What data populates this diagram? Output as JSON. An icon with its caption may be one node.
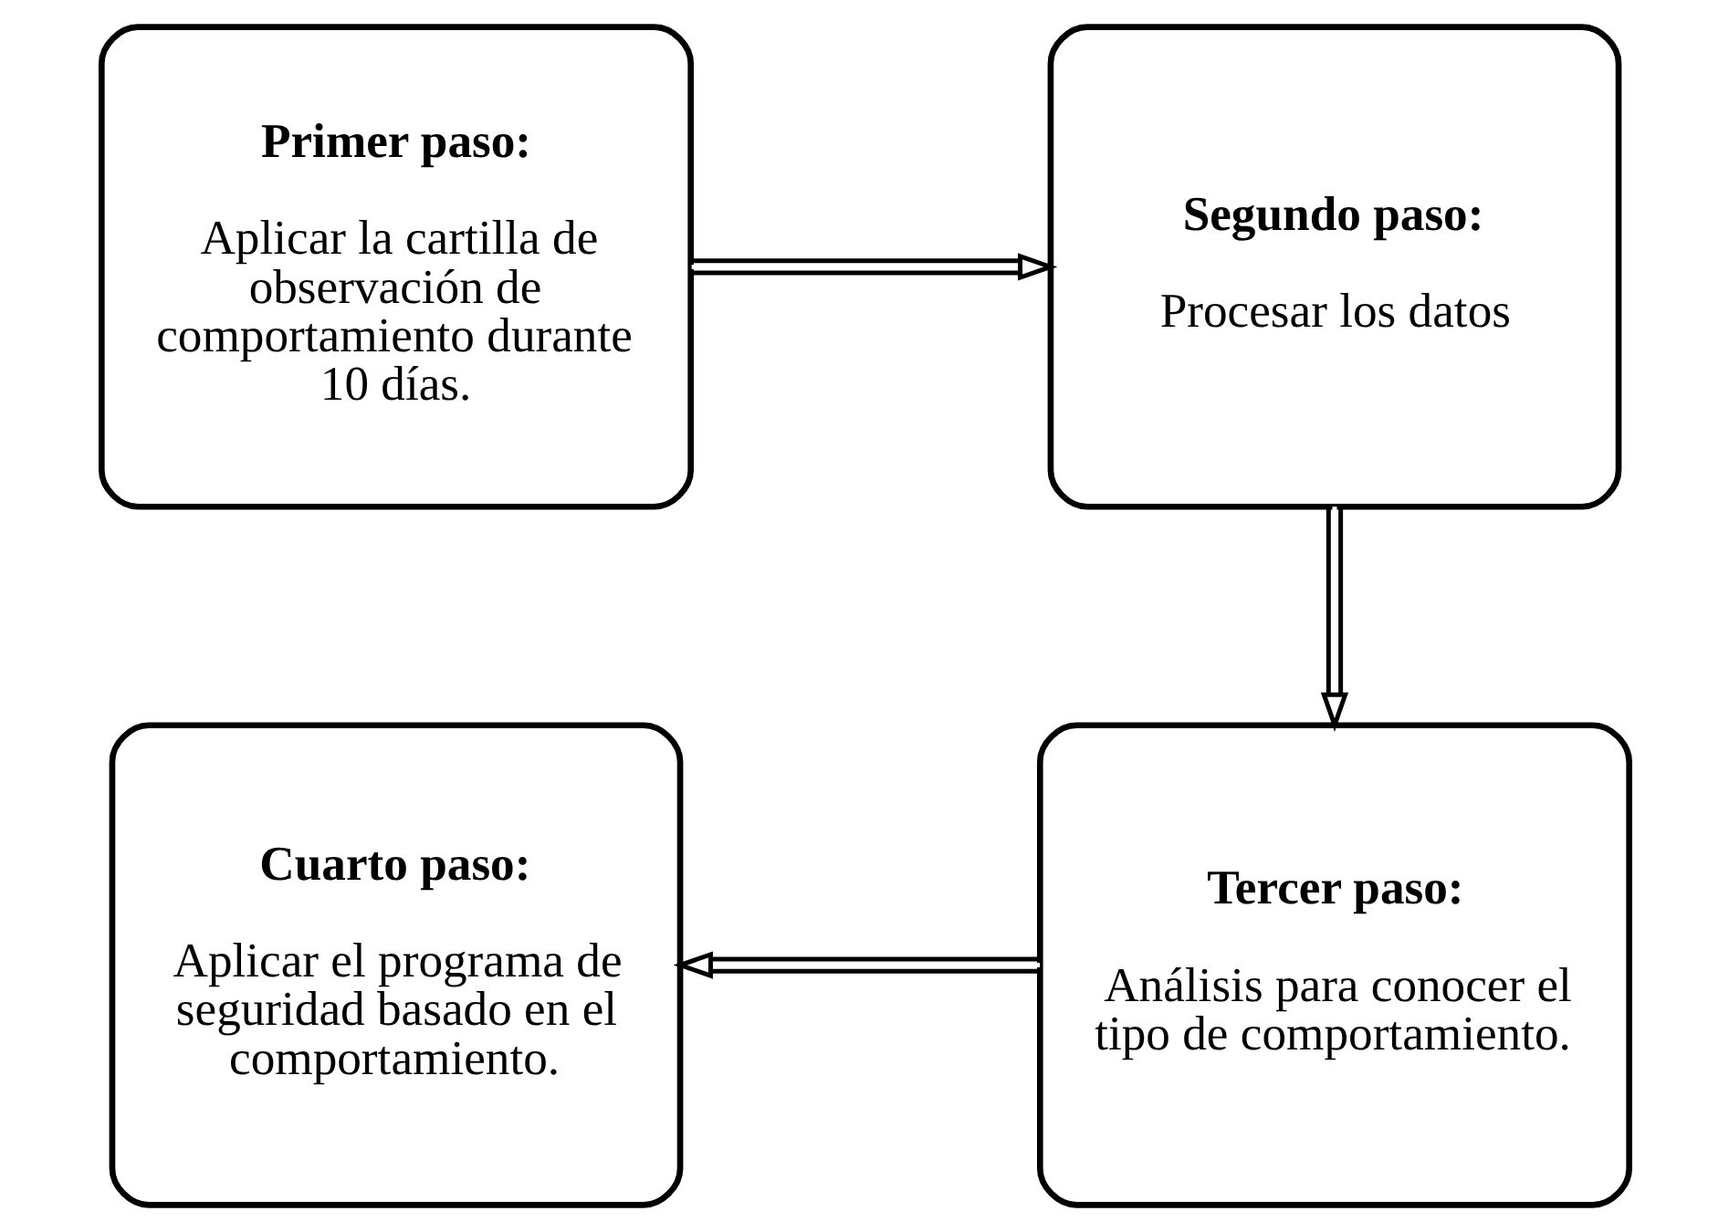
{
  "diagram": {
    "nodes": [
      {
        "text": [
          "Primer paso:",
          "Aplicar la cartilla de observación de comportamiento durante 10 días."
        ]
      },
      {
        "text": [
          "Segundo paso:",
          "Procesar los datos"
        ]
      },
      {
        "text": [
          "Cuarto paso:",
          "Aplicar el programa de seguridad basado en el comportamiento."
        ]
      },
      {
        "text": [
          "Tercer paso:",
          "Análisis para conocer el tipo de comportamiento."
        ]
      }
    ],
    "edges": [
      {
        "from": 0,
        "to": 1,
        "arrow": "to"
      },
      {
        "from": 1,
        "to": 3,
        "arrow": "to"
      },
      {
        "from": 3,
        "to": 2,
        "arrow": "to"
      }
    ]
  }
}
